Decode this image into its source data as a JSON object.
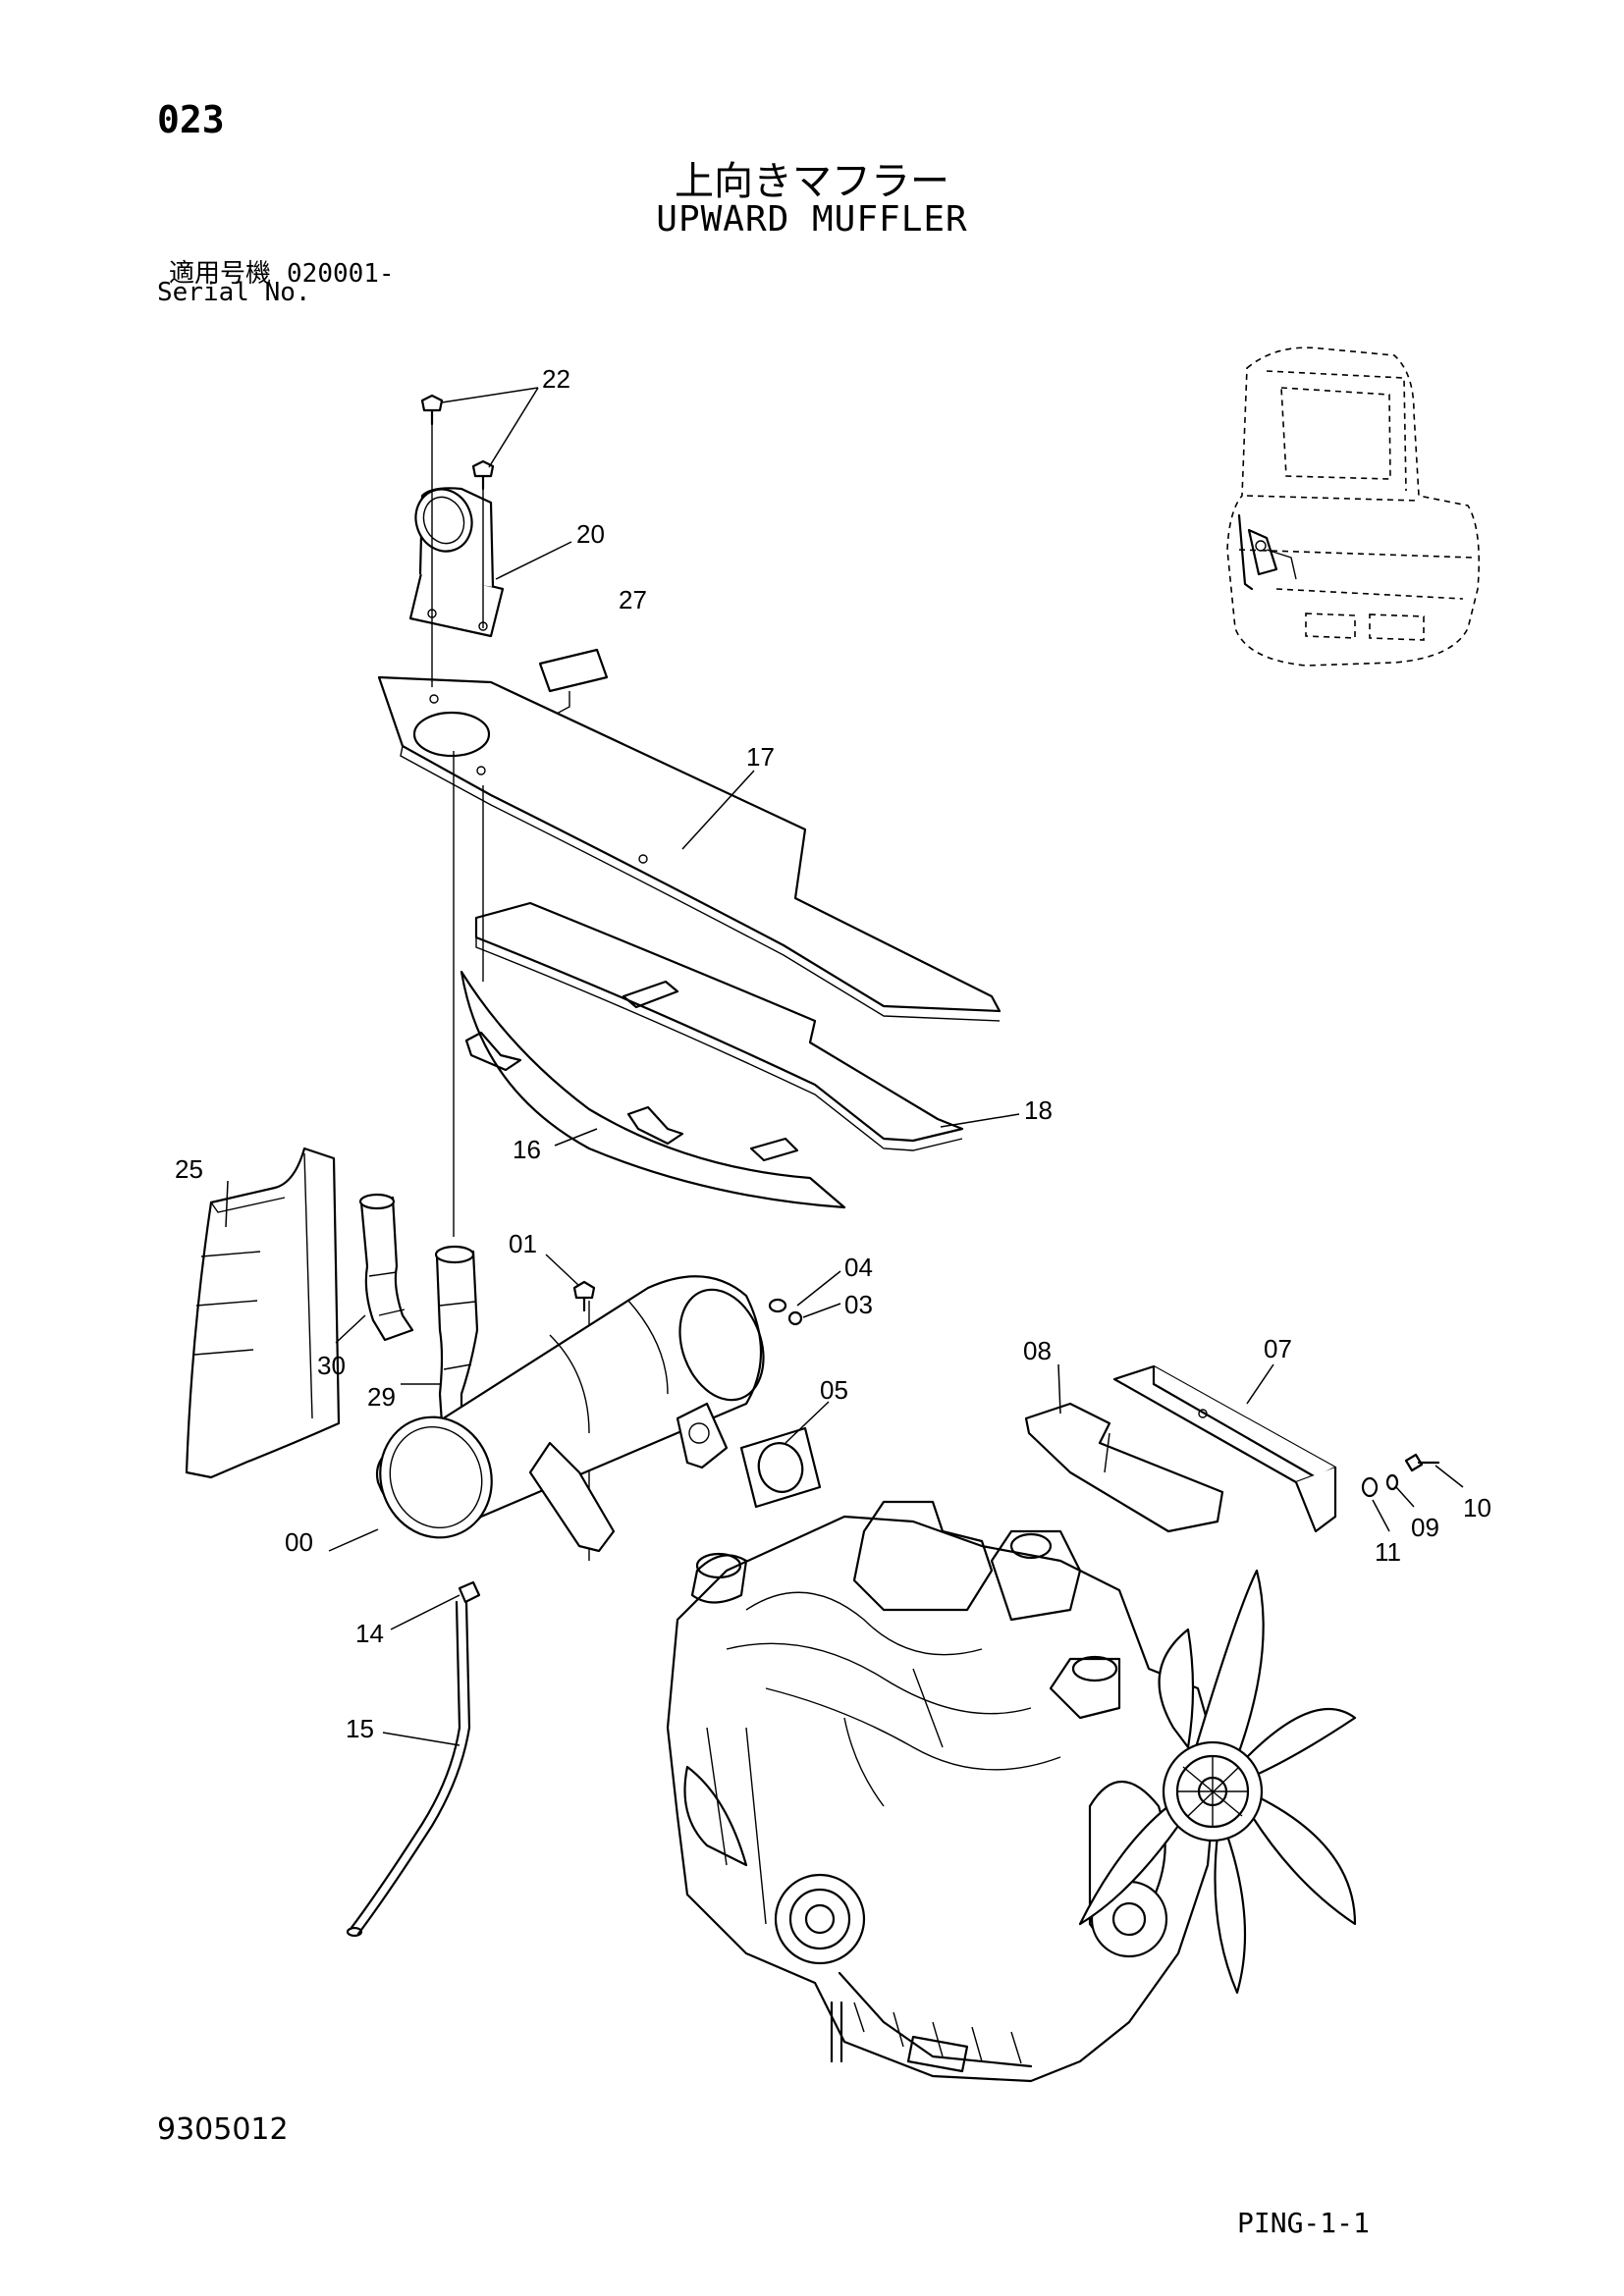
{
  "header": {
    "page_number": "023",
    "title_jp": "上向きマフラー",
    "title_en": "UPWARD MUFFLER",
    "serial_label_jp": "適用号機",
    "serial_value": "020001-",
    "serial_label_en": "Serial No."
  },
  "footer": {
    "document_number": "9305012",
    "page_code": "PING-1-1"
  },
  "diagram": {
    "callouts": [
      {
        "id": "00",
        "text": "00"
      },
      {
        "id": "01",
        "text": "01"
      },
      {
        "id": "03",
        "text": "03"
      },
      {
        "id": "04",
        "text": "04"
      },
      {
        "id": "05",
        "text": "05"
      },
      {
        "id": "07",
        "text": "07"
      },
      {
        "id": "08",
        "text": "08"
      },
      {
        "id": "09",
        "text": "09"
      },
      {
        "id": "10",
        "text": "10"
      },
      {
        "id": "11",
        "text": "11"
      },
      {
        "id": "14",
        "text": "14"
      },
      {
        "id": "15",
        "text": "15"
      },
      {
        "id": "16",
        "text": "16"
      },
      {
        "id": "17",
        "text": "17"
      },
      {
        "id": "18",
        "text": "18"
      },
      {
        "id": "20",
        "text": "20"
      },
      {
        "id": "22",
        "text": "22"
      },
      {
        "id": "25",
        "text": "25"
      },
      {
        "id": "27",
        "text": "27"
      },
      {
        "id": "29",
        "text": "29"
      },
      {
        "id": "30",
        "text": "30"
      }
    ]
  }
}
